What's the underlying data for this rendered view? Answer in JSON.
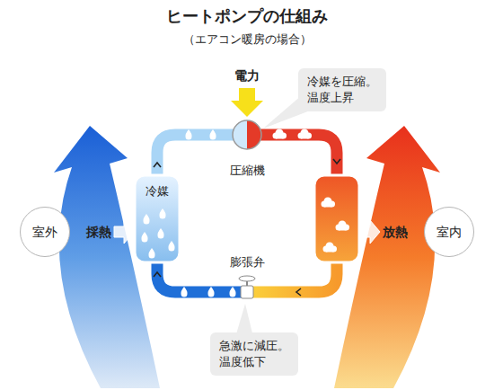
{
  "diagram": {
    "title": "ヒートポンプの仕組み",
    "nodes": [
      {
        "text": [
          "室外"
        ]
      },
      {
        "text": [
          "冷媒"
        ]
      },
      {
        "text": [
          "冷媒を圧縮。 温度上昇"
        ]
      },
      {
        "text": [
          "急激に減圧。 温度低下"
        ]
      },
      {
        "text": [
          "室内"
        ]
      }
    ],
    "labels": [
      "（エアコン暖房の場合）",
      "電力",
      "採熱",
      "圧縮機",
      "膨張弁",
      "放熱"
    ]
  }
}
